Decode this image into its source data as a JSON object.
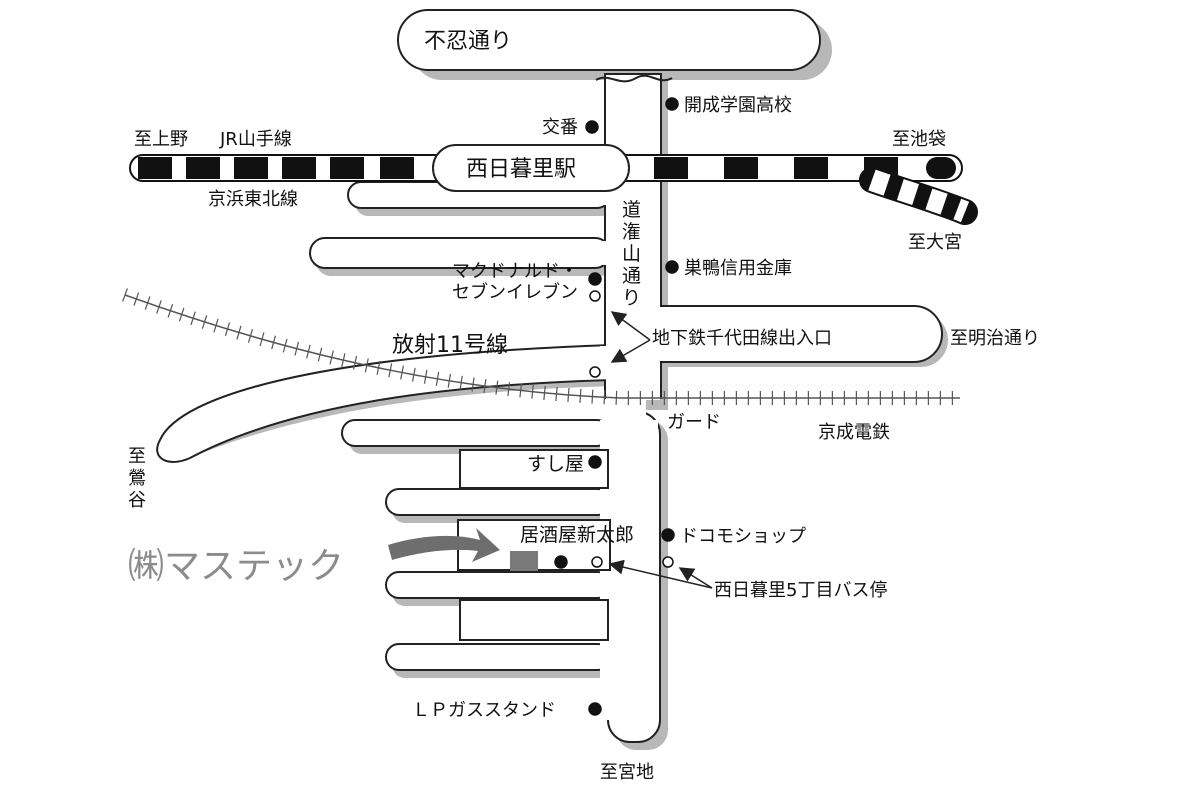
{
  "streets": {
    "shinobazu": "不忍通り",
    "dokan_1": "道",
    "dokan_2": "潅",
    "dokan_3": "山",
    "dokan_4": "通",
    "dokan_5": "り",
    "radial": "放射11号線",
    "to_meiji": "至明治通り"
  },
  "stations": {
    "nishi_nippori": "西日暮里駅"
  },
  "rail": {
    "to_ueno": "至上野",
    "jr_yamanote": "JR山手線",
    "keihin_tohoku": "京浜東北線",
    "to_ikebukuro": "至池袋",
    "to_omiya": "至大宮",
    "keisei": "京成電鉄",
    "guard": "ガード"
  },
  "directions": {
    "to_uguisudani_1": "至",
    "to_uguisudani_2": "鶯",
    "to_uguisudani_3": "谷",
    "to_miyachi": "至宮地"
  },
  "landmarks": {
    "koban": "交番",
    "kaisei": "開成学園高校",
    "sugamo_shinkin": "巣鴨信用金庫",
    "mcdonalds": "マクドナルド・",
    "seven_eleven": "セブンイレブン",
    "subway_exit": "地下鉄千代田線出入口",
    "sushi": "すし屋",
    "izakaya": "居酒屋新太郎",
    "docomo": "ドコモショップ",
    "bus_stop": "西日暮里5丁目バス停",
    "lp_gas": "ＬＰガススタンド"
  },
  "company": {
    "name": "㈱マステック"
  },
  "colors": {
    "road_fill": "#ffffff",
    "road_outline": "#222222",
    "road_shadow": "#b8b8b8",
    "rail_dark": "#111111",
    "company_gray": "#8c8c8c",
    "target_building": "#7a7a7a"
  }
}
